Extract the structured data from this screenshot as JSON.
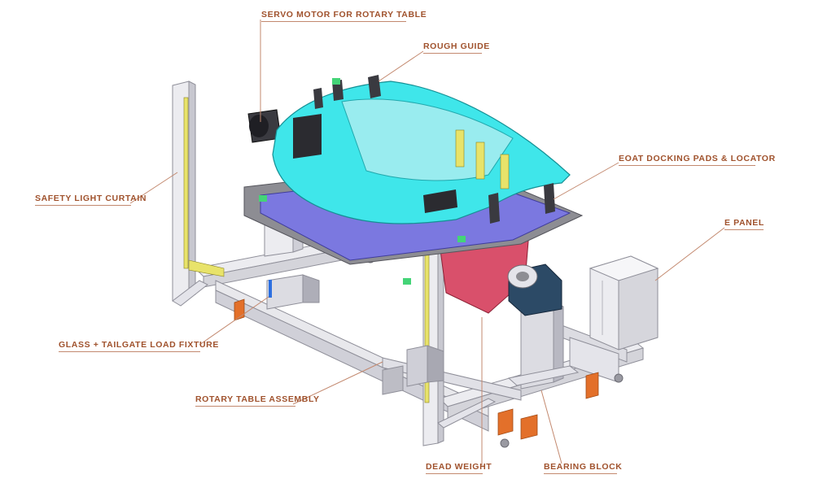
{
  "colors": {
    "label": "#a0522d",
    "leader": "#c3896f",
    "frame": "#e6e6ea",
    "frame_edge": "#8f8f99",
    "body": "#3fe6ea",
    "body_edge": "#158f94",
    "plate": "#8d8d93",
    "purple": "#7b78e0",
    "red": "#d9506b",
    "orange": "#e3702a",
    "yellow": "#e8e36a",
    "bearing": "#2c4a66"
  },
  "callouts": [
    {
      "id": "servo-motor",
      "text": "SERVO MOTOR FOR ROTARY TABLE"
    },
    {
      "id": "rough-guide",
      "text": "ROUGH GUIDE"
    },
    {
      "id": "eoat-docking",
      "text": "EOAT DOCKING PADS & LOCATOR"
    },
    {
      "id": "safety-light-curtain",
      "text": "SAFETY LIGHT CURTAIN"
    },
    {
      "id": "e-panel",
      "text": "E PANEL"
    },
    {
      "id": "glass-tailgate",
      "text": "GLASS + TAILGATE LOAD FIXTURE"
    },
    {
      "id": "rotary-table",
      "text": "ROTARY TABLE ASSEMBLY"
    },
    {
      "id": "dead-weight",
      "text": "DEAD WEIGHT"
    },
    {
      "id": "bearing-block",
      "text": "BEARING BLOCK"
    }
  ]
}
